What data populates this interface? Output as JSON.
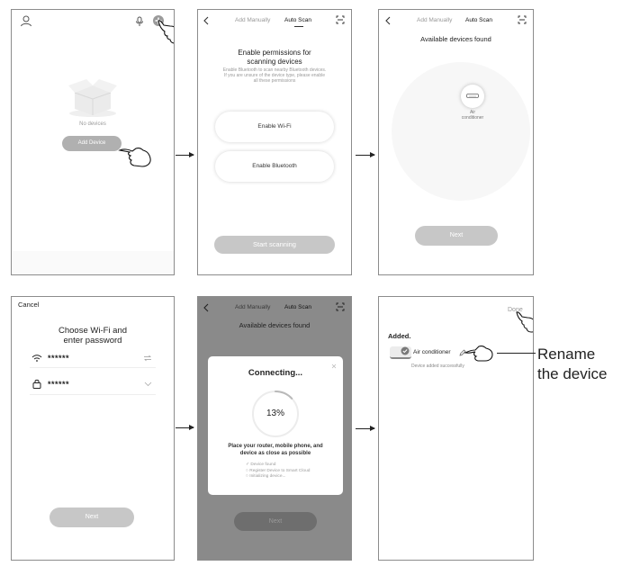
{
  "screen1": {
    "no_devices": "No devices",
    "add_device_label": "Add Device"
  },
  "screen2": {
    "tab_manual": "Add Manually",
    "tab_auto": "Auto Scan",
    "heading_line1": "Enable permissions for",
    "heading_line2": "scanning devices",
    "desc_line1": "Enable Bluetooth to scan nearby Bluetooth devices.",
    "desc_line2": "If you are unsure of the device type, please enable",
    "desc_line3": "all these permissions",
    "wifi_label": "Enable Wi-Fi",
    "bluetooth_label": "Enable Bluetooth",
    "start_label": "Start scanning"
  },
  "screen3": {
    "tab_manual": "Add Manually",
    "tab_auto": "Auto Scan",
    "title": "Available devices found",
    "device_line1": "Air",
    "device_line2": "conditioner",
    "next_label": "Next"
  },
  "screen4": {
    "cancel_label": "Cancel",
    "title_line1": "Choose Wi-Fi and",
    "title_line2": "enter password",
    "wifi_value": "******",
    "password_value": "******",
    "next_label": "Next"
  },
  "screen5": {
    "tab_manual": "Add Manually",
    "tab_auto": "Auto Scan",
    "title": "Available devices found",
    "dialog_title": "Connecting...",
    "percent": "13%",
    "progress": 0.13,
    "instr_line1": "Place your router, mobile phone, and",
    "instr_line2": "device as close as possible",
    "step1": "Device found",
    "step2": "Register Device to Smart Cloud",
    "step3": "Initializing device...",
    "next_label": "Next"
  },
  "screen6": {
    "done_label": "Done",
    "added_label": "Added.",
    "device_name": "Air conditioner",
    "status": "Device added successfully"
  },
  "annotation": {
    "line1": "Rename",
    "line2": "the device"
  },
  "colors": {
    "button_gray": "#c7c7c7",
    "overlay": "#8a8a8a",
    "progress_accent": "#b9b9b9"
  }
}
